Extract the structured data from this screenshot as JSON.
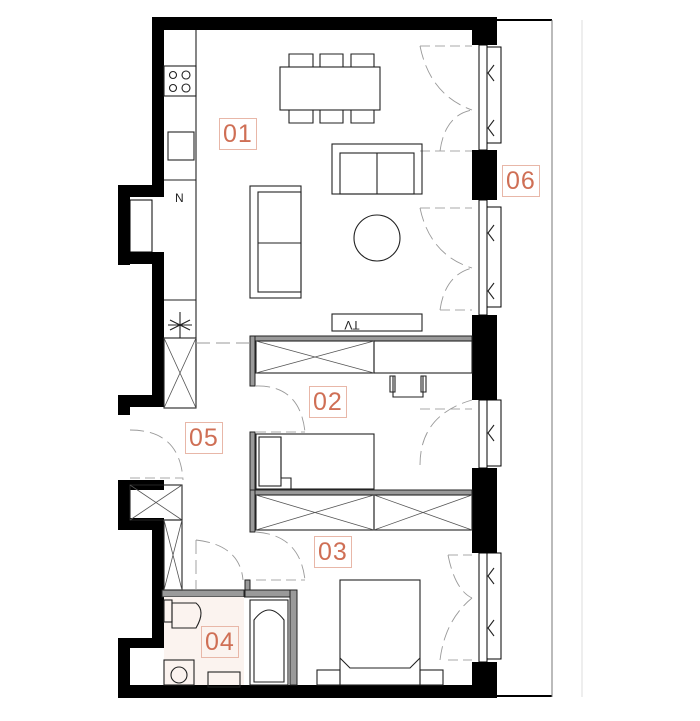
{
  "floor_plan": {
    "rooms": [
      {
        "id": "01",
        "label": "01"
      },
      {
        "id": "02",
        "label": "02"
      },
      {
        "id": "03",
        "label": "03"
      },
      {
        "id": "04",
        "label": "04"
      },
      {
        "id": "05",
        "label": "05"
      },
      {
        "id": "06",
        "label": "06"
      }
    ],
    "fridge_label": "N",
    "tv_label": "TV",
    "label_color": "#cf6f55",
    "label_border_color": "#e8b7a8"
  }
}
